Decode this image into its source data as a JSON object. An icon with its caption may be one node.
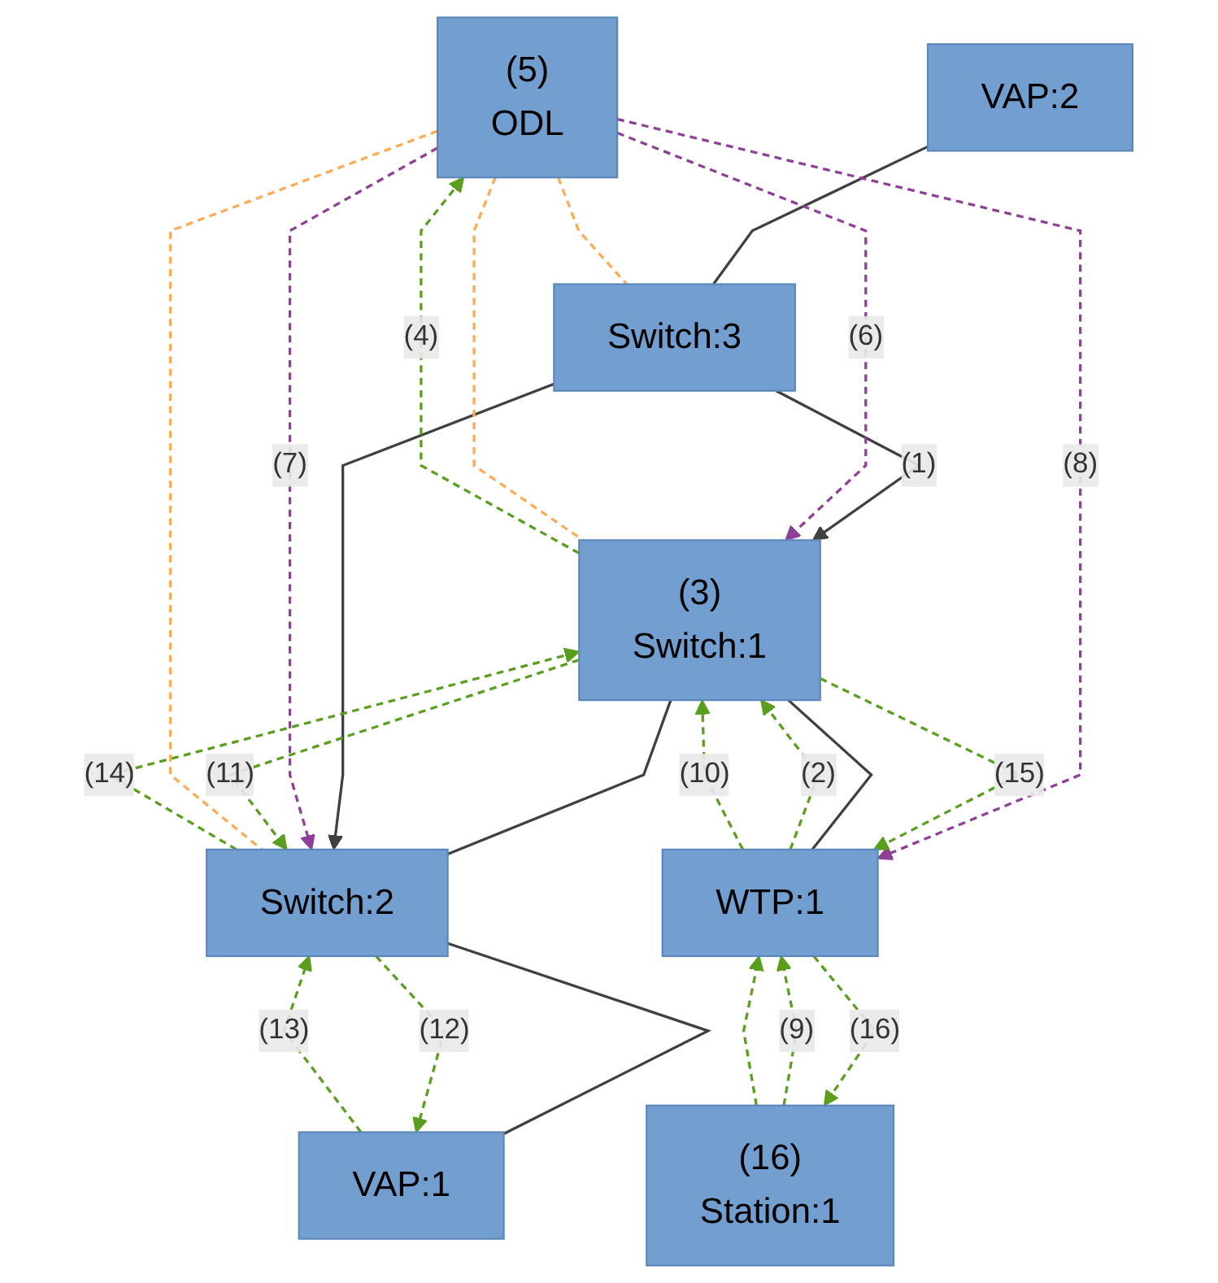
{
  "diagram": {
    "nodes": [
      {
        "text": [
          "(5)",
          "ODL"
        ]
      },
      {
        "text": [
          "WTP:1"
        ]
      },
      {
        "text": [
          "VAP:2"
        ]
      },
      {
        "text": [
          "(3)",
          "Switch:1"
        ]
      },
      {
        "text": [
          "Switch:3"
        ]
      },
      {
        "text": [
          "Switch:2"
        ]
      },
      {
        "text": [
          "VAP:1"
        ]
      },
      {
        "text": [
          "(16)",
          "Station:1"
        ]
      }
    ],
    "edges": [
      {
        "from": 1,
        "to": 3,
        "arrow": "none",
        "color": "#404040"
      },
      {
        "from": 3,
        "to": 5,
        "arrow": "none",
        "color": "#404040"
      },
      {
        "from": 5,
        "to": 6,
        "arrow": "none",
        "color": "#404040"
      },
      {
        "from": 2,
        "to": 4,
        "arrow": "none",
        "color": "#404040"
      },
      {
        "from": 4,
        "to": 3,
        "arrow": "to",
        "label": "(1)",
        "color": "#404040"
      },
      {
        "from": 4,
        "to": 5,
        "arrow": "to",
        "color": "#404040"
      },
      {
        "from": 1,
        "to": 3,
        "arrow": "to",
        "label": "(2)",
        "style": "dashed"
      },
      {
        "from": 3,
        "to": 0,
        "arrow": "to",
        "label": "(4)",
        "style": "dashed"
      },
      {
        "from": 0,
        "to": 3,
        "arrow": "to",
        "label": "(6)",
        "style": "dashed",
        "color": "#8e3f96"
      },
      {
        "from": 0,
        "to": 5,
        "arrow": "to",
        "label": "(7)",
        "style": "dashed",
        "color": "#8e3f96"
      },
      {
        "from": 0,
        "to": 1,
        "arrow": "to",
        "label": "(8)",
        "style": "dashed",
        "color": "#8e3f96"
      },
      {
        "from": 7,
        "to": 1,
        "arrow": "to",
        "label": "(9)",
        "style": "dashed"
      },
      {
        "from": 7,
        "to": 1,
        "arrow": "to",
        "style": "dashed"
      },
      {
        "from": 1,
        "to": 3,
        "arrow": "to",
        "label": "(10)",
        "style": "dashed"
      },
      {
        "from": 3,
        "to": 5,
        "arrow": "to",
        "label": "(11)",
        "style": "dashed"
      },
      {
        "from": 5,
        "to": 6,
        "arrow": "to",
        "label": "(12)",
        "style": "dashed"
      },
      {
        "from": 6,
        "to": 5,
        "arrow": "to",
        "label": "(13)",
        "style": "dashed"
      },
      {
        "from": 5,
        "to": 3,
        "arrow": "to",
        "label": "(14)",
        "style": "dashed"
      },
      {
        "from": 3,
        "to": 1,
        "arrow": "to",
        "label": "(15)",
        "style": "dashed"
      },
      {
        "from": 1,
        "to": 7,
        "arrow": "to",
        "label": "(16)",
        "style": "dashed"
      },
      {
        "from": 0,
        "to": 3,
        "arrow": "none",
        "style": "dashed",
        "color": "#ffaa55"
      },
      {
        "from": 0,
        "to": 5,
        "arrow": "none",
        "style": "dashed",
        "color": "#ffaa55"
      },
      {
        "from": 0,
        "to": 4,
        "arrow": "none",
        "style": "dashed",
        "color": "#ffaa55"
      }
    ]
  }
}
